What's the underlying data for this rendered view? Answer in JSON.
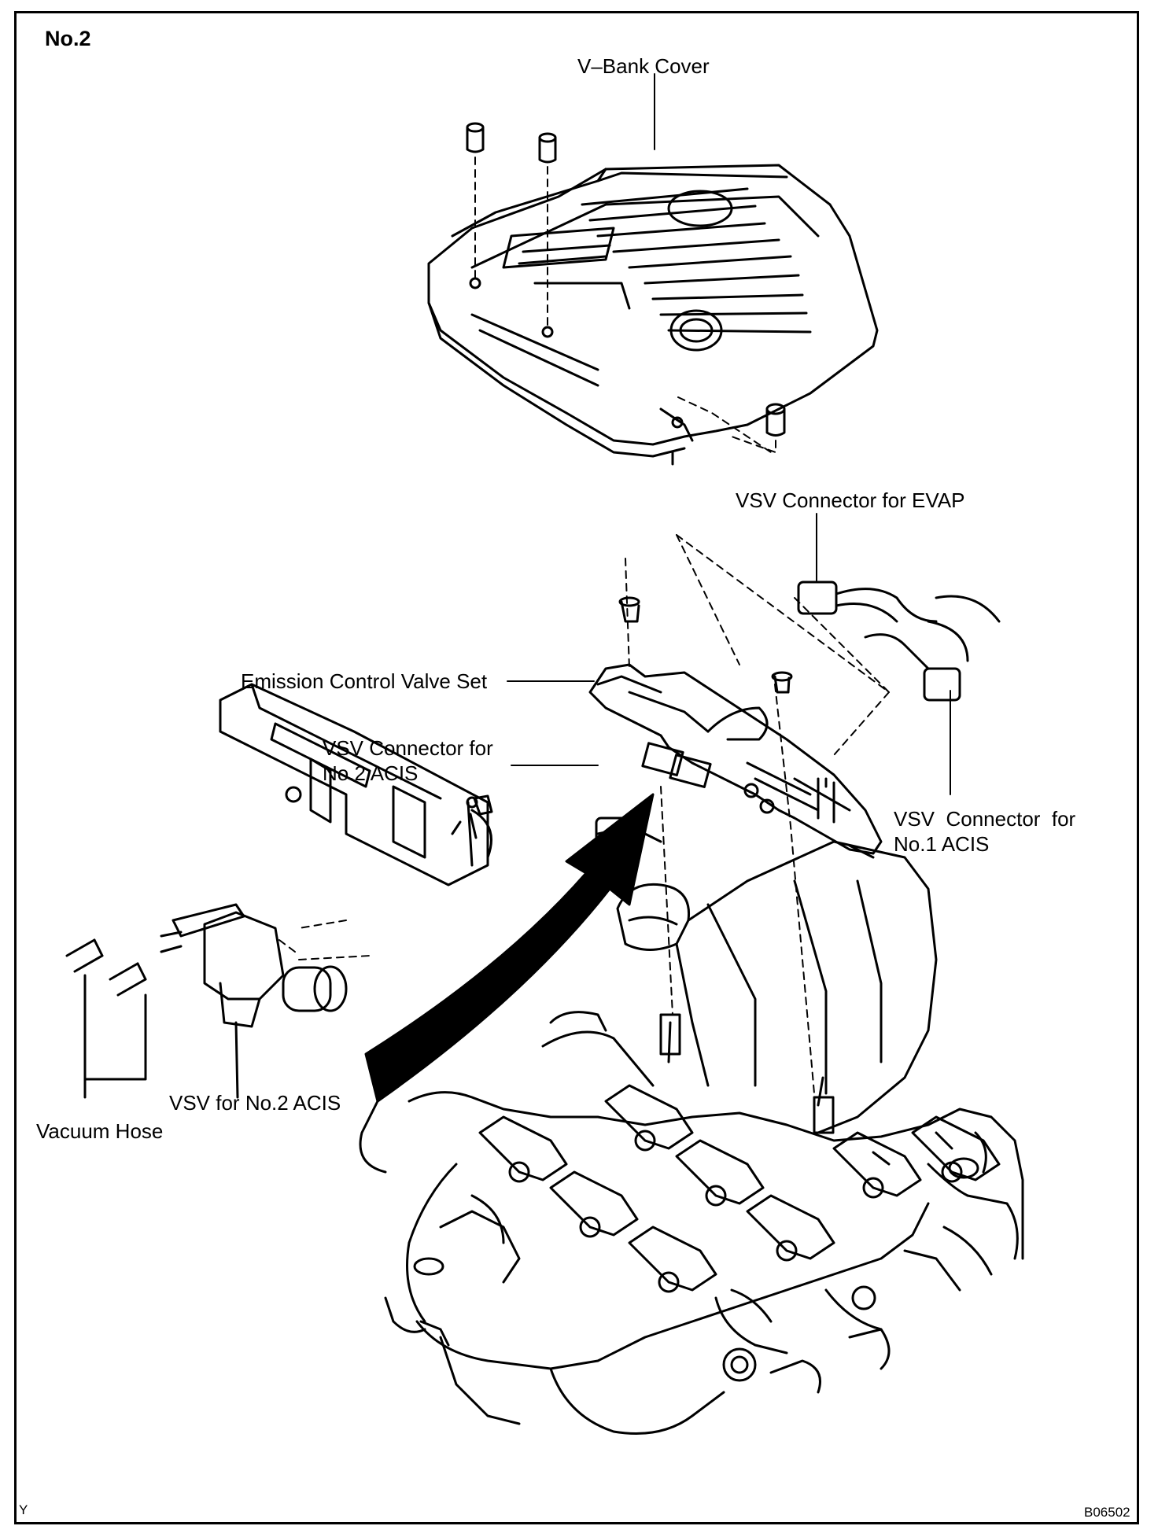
{
  "figure": {
    "page_label": "No.2",
    "figure_code": "B06502",
    "corner_mark": "Y"
  },
  "labels": {
    "v_bank_cover": "V–Bank Cover",
    "vsv_connector_evap": "VSV Connector for EVAP",
    "emission_control_valve_set": "Emission Control Valve Set",
    "vsv_connector_no2_acis_line1": "VSV Connector for",
    "vsv_connector_no2_acis_line2": "No.2 ACIS",
    "vsv_connector_no1_acis_line1": "VSV  Connector  for",
    "vsv_connector_no1_acis_line2": "No.1 ACIS",
    "vsv_no2_acis": "VSV for No.2 ACIS",
    "vacuum_hose": "Vacuum Hose"
  }
}
